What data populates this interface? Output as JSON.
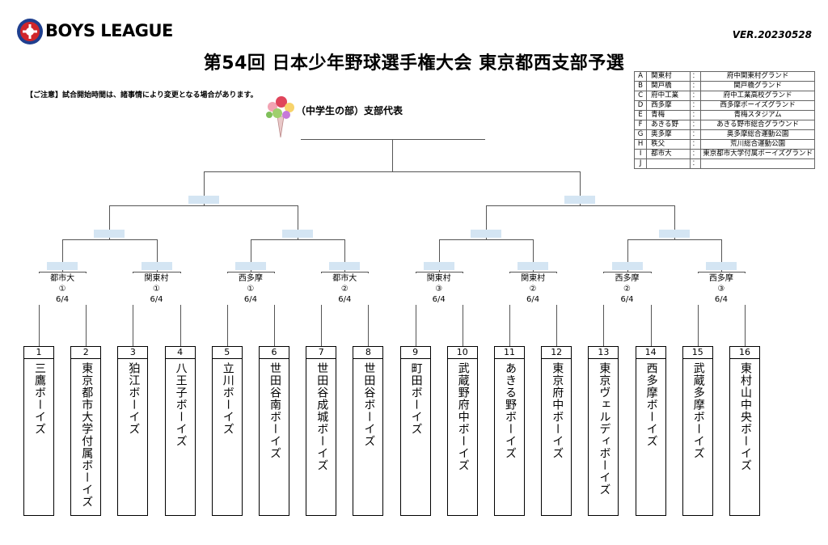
{
  "header": {
    "logo_text": "BOYS LEAGUE",
    "version": "VER.20230528",
    "title": "第54回 日本少年野球選手権大会 東京都西支部予選",
    "notice": "【ご注意】試合開始時間は、諸事情により変更となる場合があります。",
    "subtitle": "（中学生の部）支部代表"
  },
  "venues": [
    {
      "key": "A",
      "short": "関東村",
      "sep": "：",
      "ground": "府中関東村グランド"
    },
    {
      "key": "B",
      "short": "関戸橋",
      "sep": "：",
      "ground": "関戸橋グランド"
    },
    {
      "key": "C",
      "short": "府中工業",
      "sep": "：",
      "ground": "府中工業高校グランド"
    },
    {
      "key": "D",
      "short": "西多摩",
      "sep": "：",
      "ground": "西多摩ボーイズグランド"
    },
    {
      "key": "E",
      "short": "青梅",
      "sep": "：",
      "ground": "青梅スタジアム"
    },
    {
      "key": "F",
      "short": "あきる野",
      "sep": "：",
      "ground": "あきる野市総合グラウンド"
    },
    {
      "key": "G",
      "short": "奥多摩",
      "sep": "：",
      "ground": "奥多摩総合運動公園"
    },
    {
      "key": "H",
      "short": "秩父",
      "sep": "：",
      "ground": "荒川総合運動公園"
    },
    {
      "key": "I",
      "short": "都市大",
      "sep": "：",
      "ground": "東京都市大学付属ボーイズグランド"
    },
    {
      "key": "J",
      "short": "",
      "sep": "：",
      "ground": ""
    }
  ],
  "first_round": [
    {
      "venue": "都市大",
      "game": "①",
      "date": "6/4"
    },
    {
      "venue": "関東村",
      "game": "①",
      "date": "6/4"
    },
    {
      "venue": "西多摩",
      "game": "①",
      "date": "6/4"
    },
    {
      "venue": "都市大",
      "game": "②",
      "date": "6/4"
    },
    {
      "venue": "関東村",
      "game": "③",
      "date": "6/4"
    },
    {
      "venue": "関東村",
      "game": "②",
      "date": "6/4"
    },
    {
      "venue": "西多摩",
      "game": "②",
      "date": "6/4"
    },
    {
      "venue": "西多摩",
      "game": "③",
      "date": "6/4"
    }
  ],
  "teams": [
    {
      "num": "1",
      "name": "三鷹ボーイズ"
    },
    {
      "num": "2",
      "name": "東京都市大学付属ボーイズ"
    },
    {
      "num": "3",
      "name": "狛江ボーイズ"
    },
    {
      "num": "4",
      "name": "八王子ボーイズ"
    },
    {
      "num": "5",
      "name": "立川ボーイズ"
    },
    {
      "num": "6",
      "name": "世田谷南ボーイズ"
    },
    {
      "num": "7",
      "name": "世田谷成城ボーイズ"
    },
    {
      "num": "8",
      "name": "世田谷ボーイズ"
    },
    {
      "num": "9",
      "name": "町田ボーイズ"
    },
    {
      "num": "10",
      "name": "武蔵野府中ボーイズ"
    },
    {
      "num": "11",
      "name": "あきる野ボーイズ"
    },
    {
      "num": "12",
      "name": "東京府中ボーイズ"
    },
    {
      "num": "13",
      "name": "東京ヴェルディボーイズ"
    },
    {
      "num": "14",
      "name": "西多摩ボーイズ"
    },
    {
      "num": "15",
      "name": "武蔵多摩ボーイズ"
    },
    {
      "num": "16",
      "name": "東村山中央ボーイズ"
    }
  ],
  "colors": {
    "slot": "#d4e5f3",
    "line": "#555555",
    "logo_red": "#d0262a",
    "logo_blue": "#1f3f8f"
  }
}
